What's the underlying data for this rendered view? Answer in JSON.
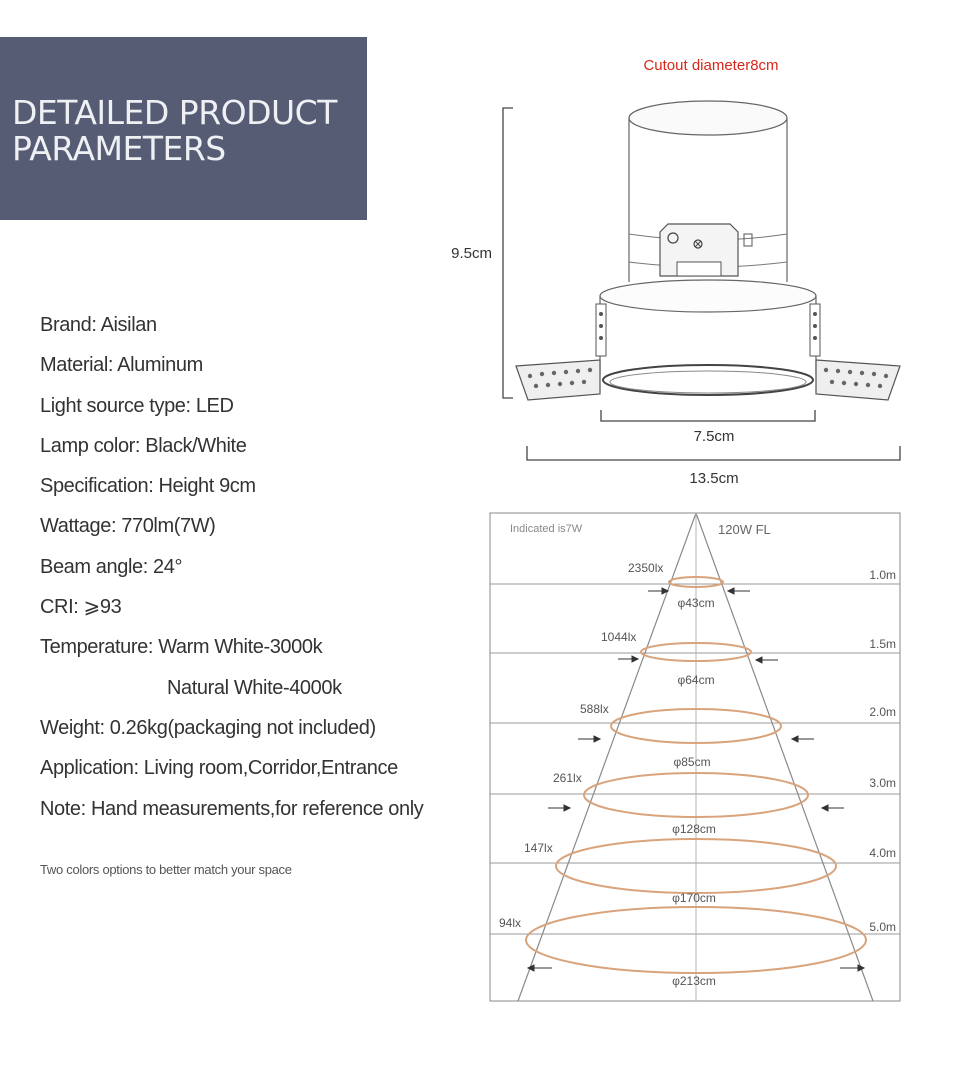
{
  "header": {
    "title_line1": "DETAILED PRODUCT",
    "title_line2": "PARAMETERS"
  },
  "specs": [
    "Brand: Aisilan",
    "Material: Aluminum",
    "Light source type: LED",
    "Lamp color: Black/White",
    "Specification: Height 9cm",
    "Wattage: 770lm(7W)",
    "Beam angle: 24°",
    "CRI: ⩾93",
    "Temperature: Warm White-3000k",
    "Natural White-4000k",
    "Weight: 0.26kg(packaging not included)",
    "Application: Living room,Corridor,Entrance",
    "Note: Hand measurements,for reference only"
  ],
  "note": "Two colors options to better match your space",
  "product_drawing": {
    "cutout_label": "Cutout diameter8cm",
    "height_label": "9.5cm",
    "inner_width_label": "7.5cm",
    "outer_width_label": "13.5cm",
    "cutout_color": "#d9261c"
  },
  "beam_chart": {
    "indicated_label": "Indicated is7W",
    "lamp_label": "120W FL",
    "ring_color": "#d9a37c",
    "rows": [
      {
        "distance": "1.0m",
        "lux": "2350lx",
        "diameter": "φ43cm"
      },
      {
        "distance": "1.5m",
        "lux": "1044lx",
        "diameter": "φ64cm"
      },
      {
        "distance": "2.0m",
        "lux": "588lx",
        "diameter": "φ85cm"
      },
      {
        "distance": "3.0m",
        "lux": "261lx",
        "diameter": "φ128cm"
      },
      {
        "distance": "4.0m",
        "lux": "147lx",
        "diameter": "φ170cm"
      },
      {
        "distance": "5.0m",
        "lux": "94lx",
        "diameter": "φ213cm"
      }
    ]
  }
}
